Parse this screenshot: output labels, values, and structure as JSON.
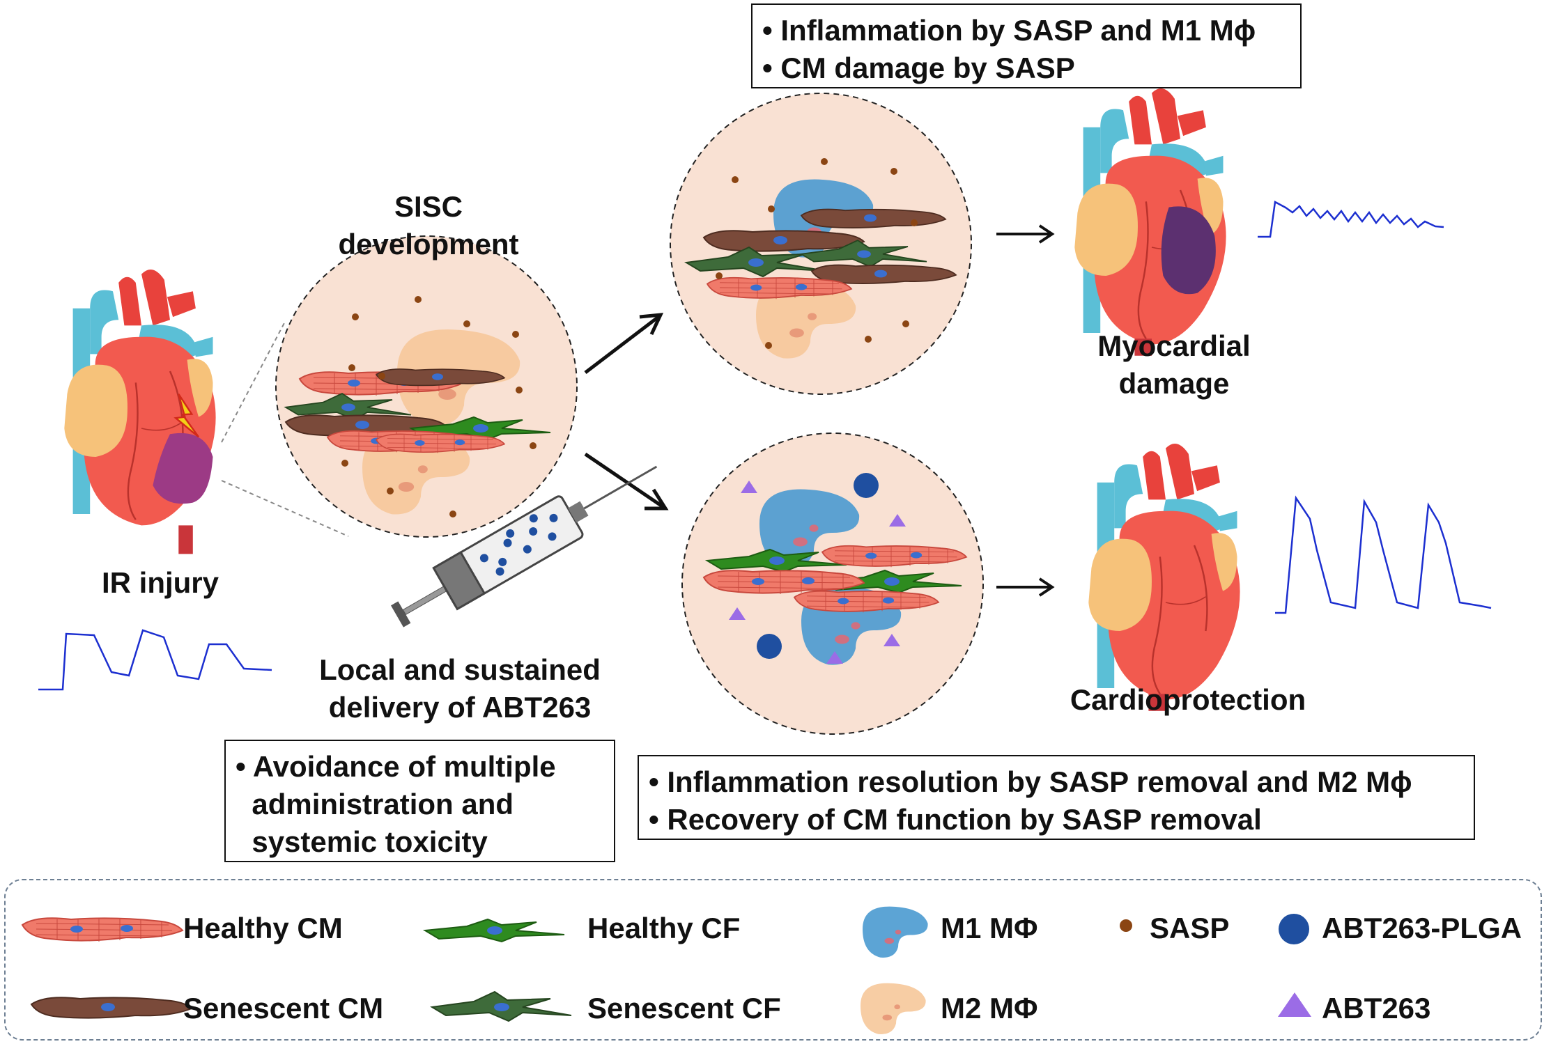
{
  "title_top": {
    "bullets": [
      "• Inflammation by SASP and M1 Mϕ",
      "• CM damage by SASP"
    ]
  },
  "labels": {
    "sisc_line1": "SISC",
    "sisc_line2": "development",
    "ir_injury": "IR injury",
    "myocardial_line1": "Myocardial",
    "myocardial_line2": "damage",
    "delivery_line1": "Local and sustained",
    "delivery_line2": "delivery of ABT263",
    "cardioprotection": "Cardioprotection"
  },
  "box_left": {
    "lines": [
      "• Avoidance of multiple",
      "  administration and",
      "  systemic toxicity"
    ]
  },
  "box_right": {
    "lines": [
      "• Inflammation resolution by SASP removal and M2 Mϕ",
      "• Recovery of CM function by SASP removal"
    ]
  },
  "legend": {
    "healthy_cm": "Healthy CM",
    "senescent_cm": "Senescent CM",
    "healthy_cf": "Healthy CF",
    "senescent_cf": "Senescent CF",
    "m1": "M1 MΦ",
    "m2": "M2 MΦ",
    "sasp": "SASP",
    "abt_plga": "ABT263-PLGA",
    "abt": "ABT263"
  },
  "colors": {
    "cm_healthy": "#f07a6a",
    "cm_senescent": "#7a4a3a",
    "cf_healthy": "#2e8b1f",
    "cf_senescent": "#3e6b3a",
    "m1": "#4a9ad0",
    "m2": "#f6c89a",
    "sasp": "#8b4513",
    "plga": "#1f4fa0",
    "abt": "#9b6ce6",
    "circle_fill": "#f9e1d3",
    "trace": "#1c2fd0"
  }
}
